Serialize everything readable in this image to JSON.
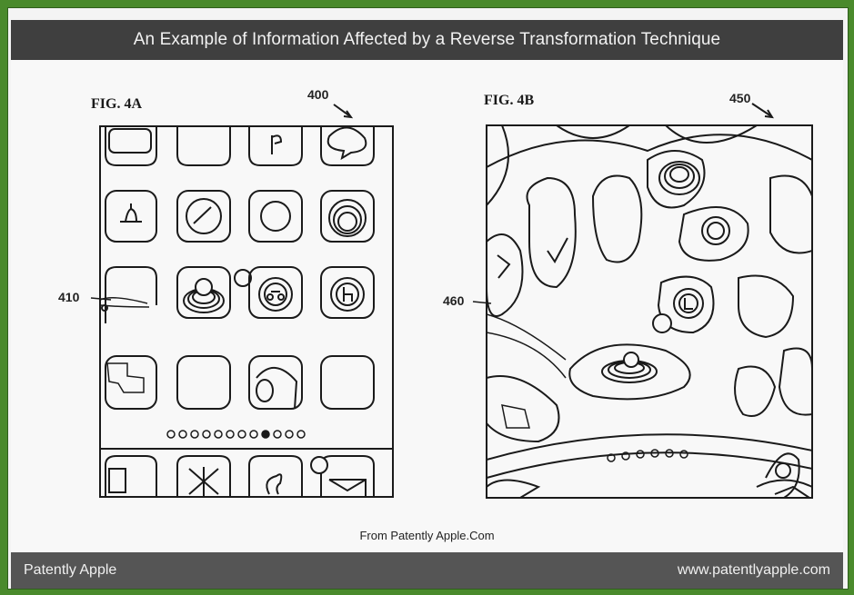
{
  "banner": {
    "title": "An Example of Information Affected by a Reverse Transformation Technique"
  },
  "figures": [
    {
      "label": "FIG. 4A",
      "ref_main": "400",
      "ref_side": "410"
    },
    {
      "label": "FIG. 4B",
      "ref_main": "450",
      "ref_side": "460"
    }
  ],
  "source": "From Patently Apple.Com",
  "footer": {
    "left": "Patently Apple",
    "right": "www.patentlyapple.com"
  },
  "colors": {
    "background": "#4a8a2c",
    "banner": "#3f3f3f",
    "footer": "#555555",
    "ink": "#1a1a1a"
  }
}
